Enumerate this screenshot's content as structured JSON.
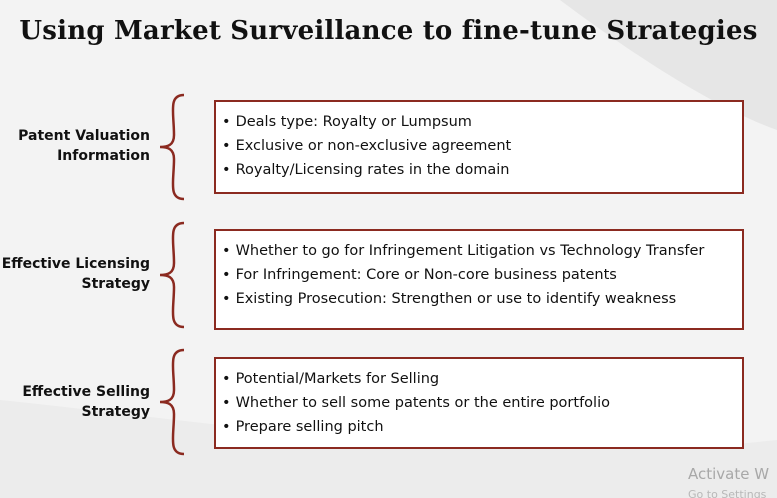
{
  "title": "Using Market Surveillance to fine-tune Strategies",
  "sections": [
    {
      "label_lines": [
        "Patent Valuation",
        "Information"
      ],
      "bullets": [
        "Deals type: Royalty or Lumpsum",
        "Exclusive or non-exclusive agreement",
        "Royalty/Licensing rates in the domain"
      ]
    },
    {
      "label_lines": [
        "Effective Licensing",
        "Strategy"
      ],
      "bullets": [
        "Whether to go for Infringement Litigation vs Technology Transfer",
        "For Infringement: Core or Non-core business patents",
        "Existing Prosecution: Strengthen or use to identify weakness"
      ]
    },
    {
      "label_lines": [
        "Effective Selling",
        "Strategy"
      ],
      "bullets": [
        "Potential/Markets for Selling",
        "Whether to sell some patents or the entire portfolio",
        "Prepare selling pitch"
      ]
    }
  ],
  "watermark": {
    "line1": "Activate W",
    "line2": "Go to Settings"
  },
  "colors": {
    "accent": "#8b2a20",
    "background": "#f3f3f3"
  }
}
